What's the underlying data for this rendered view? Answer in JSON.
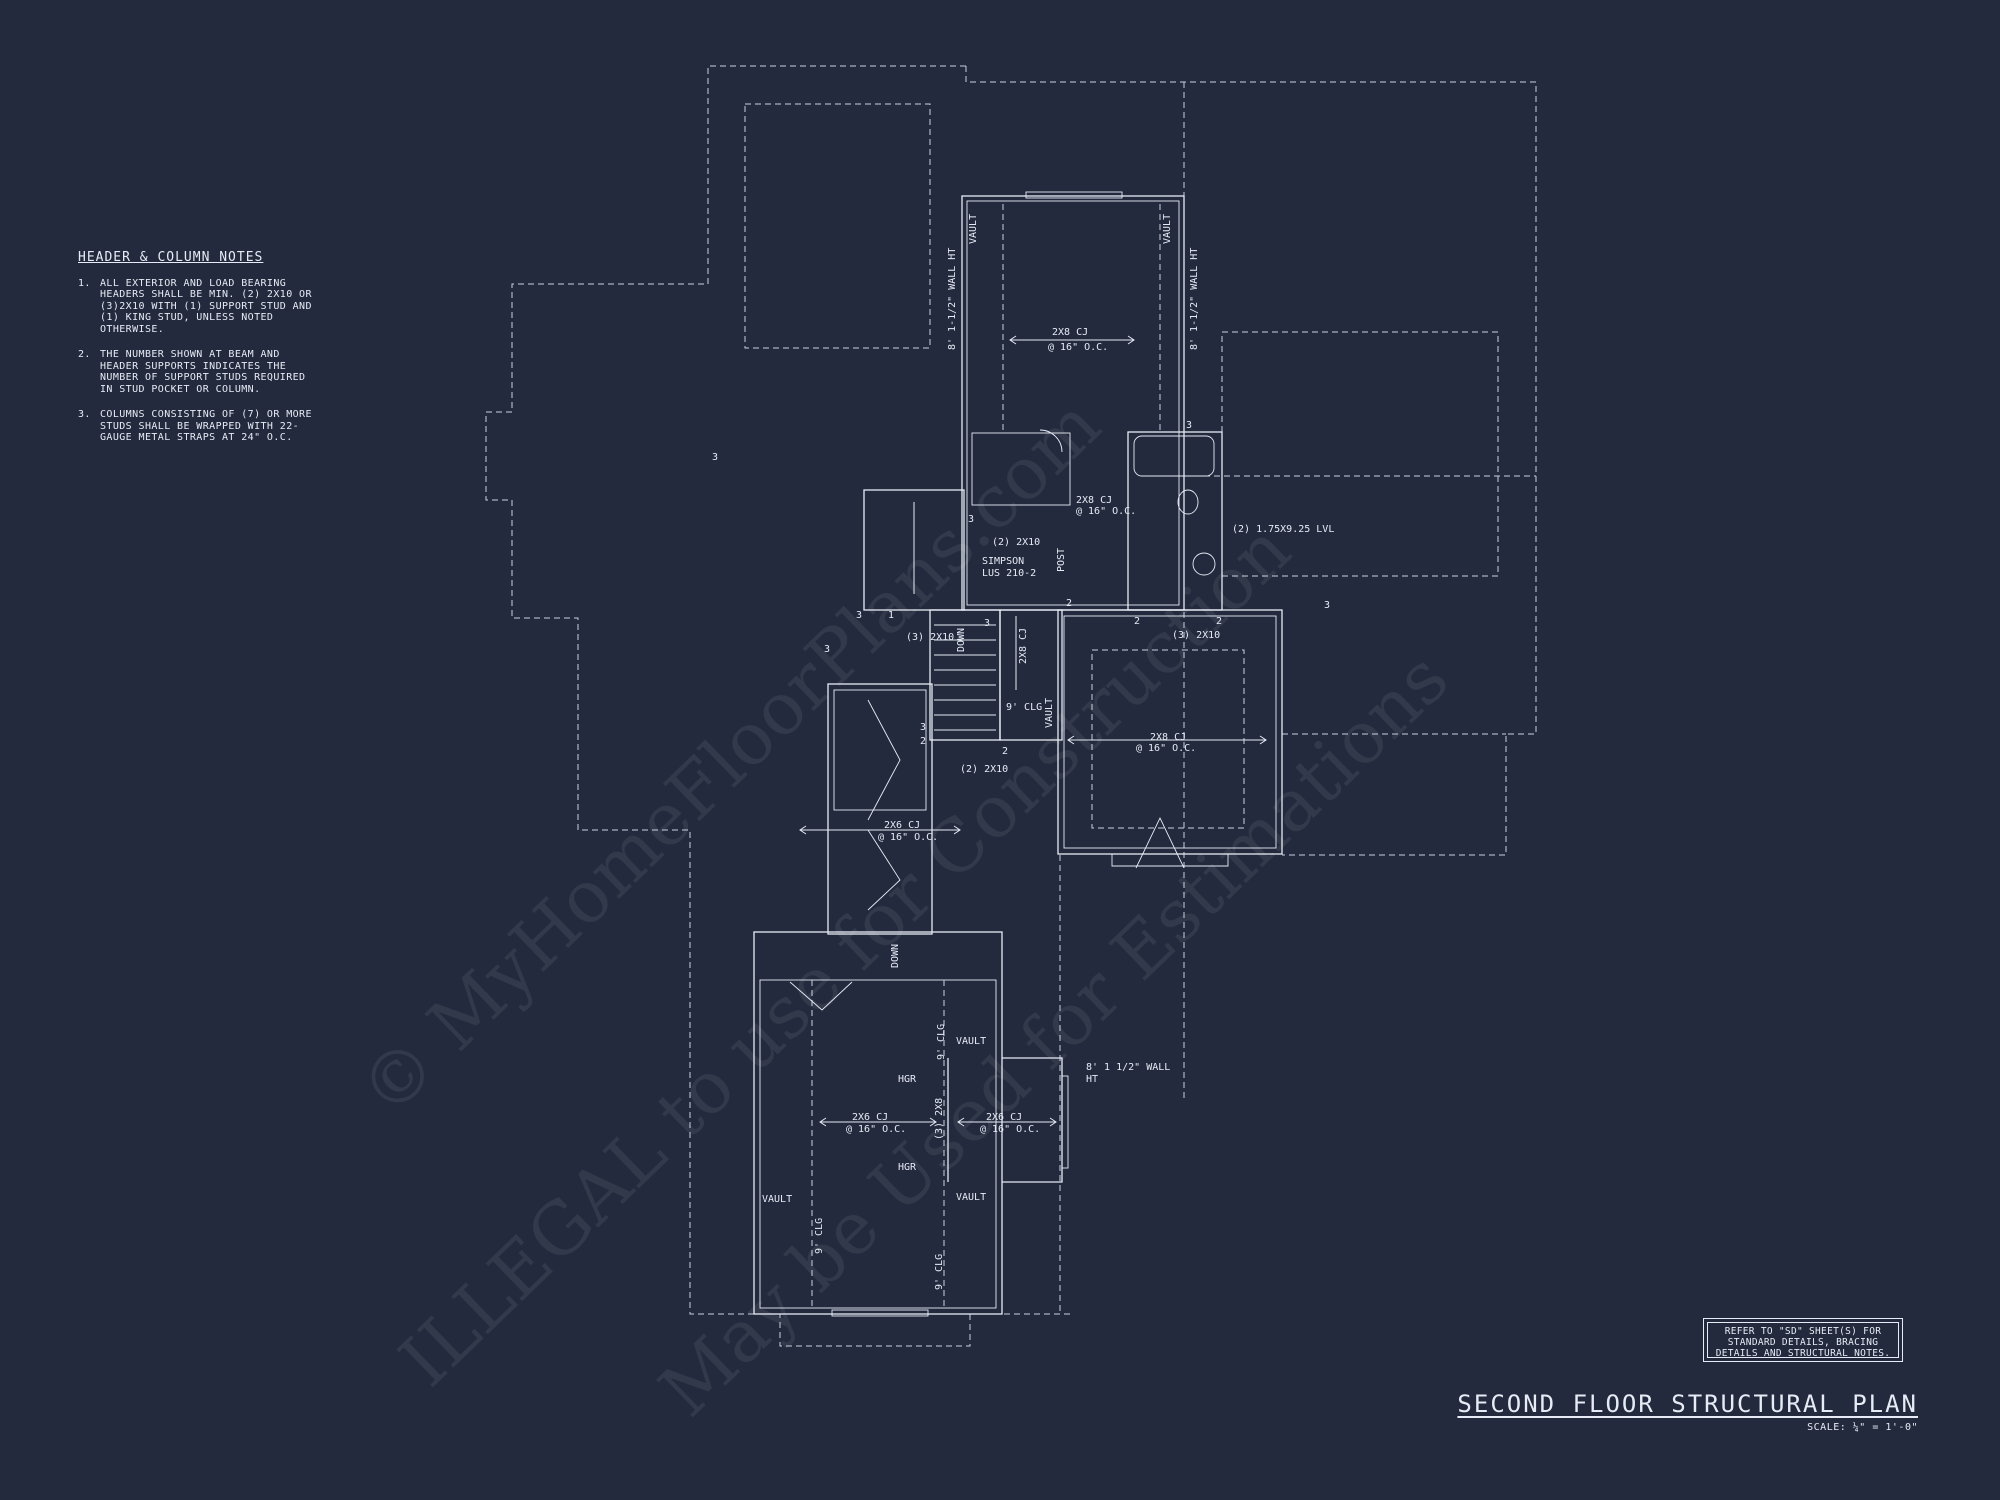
{
  "notes": {
    "title": "HEADER & COLUMN NOTES",
    "items": [
      {
        "num": "1.",
        "text": "ALL EXTERIOR AND LOAD BEARING HEADERS SHALL BE MIN. (2) 2x10 OR (3)2x10 WITH (1) SUPPORT STUD AND (1) KING STUD, UNLESS NOTED OTHERWISE."
      },
      {
        "num": "2.",
        "text": "THE NUMBER SHOWN AT BEAM AND HEADER SUPPORTS INDICATES THE NUMBER OF SUPPORT STUDS REQUIRED IN STUD POCKET OR COLUMN."
      },
      {
        "num": "3.",
        "text": "COLUMNS CONSISTING OF (7) OR MORE STUDS SHALL BE WRAPPED WITH 22-GAUGE METAL STRAPS AT 24\" O.C."
      }
    ]
  },
  "reference_note": "REFER TO \"SD\" SHEET(S) FOR STANDARD DETAILS, BRACING DETAILS AND STRUCTURAL NOTES.",
  "sheet": {
    "title": "SECOND FLOOR STRUCTURAL PLAN",
    "scale": "SCALE: ¼\" = 1'-0\""
  },
  "plan_labels": {
    "vault": "VAULT",
    "wall_ht": "8' 1-1/2\" WALL HT",
    "cj_2x8": "2x8 CJ",
    "cj_2x6": "2x6 CJ",
    "spacing": "@ 16\" O.C.",
    "hdr_2_2x10": "(2) 2x10",
    "hdr_3_2x10": "(3) 2x10",
    "simpson": "SIMPSON",
    "lus": "LUS 210-2",
    "lvl": "(2) 1.75x9.25 LVL",
    "clg_9": "9' CLG",
    "down": "DOWN",
    "hgr": "HGR",
    "beam_3_2x8": "(3) 2x8",
    "wall_ht_b1": "8' 1 1/2\" WALL",
    "wall_ht_b2": "HT",
    "post": "POST",
    "n1": "1",
    "n2": "2",
    "n3": "3"
  },
  "watermark": {
    "line1": "© MyHomeFloorPlans.com",
    "line2": "ILLEGAL to use for Construction",
    "line3": "May be Used for Estimations"
  }
}
